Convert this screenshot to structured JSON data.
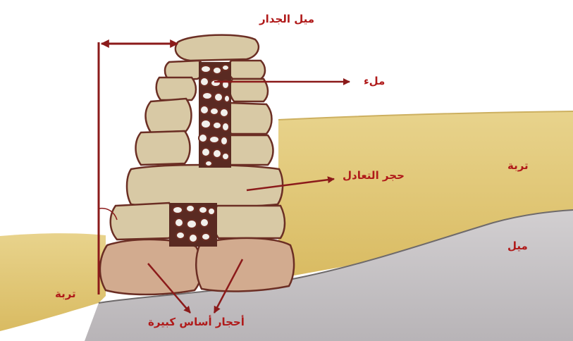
{
  "labels": {
    "wall_batter": "ميل الجدار",
    "filling": "ملء",
    "tie_stone": "حجر التعادل",
    "soil_right": "تربة",
    "slope": "ميل",
    "soil_left": "تربة",
    "foundation_stones": "أحجار أساس كبيرة"
  },
  "colors": {
    "label_text": "#b01a1a",
    "arrow": "#8b1a1a",
    "soil": "#e2c878",
    "rock": "#c9c5c7",
    "stone": "#d8c9a5",
    "stone_outline": "#6b2e24",
    "filling_stone": "#f2f0ec"
  }
}
